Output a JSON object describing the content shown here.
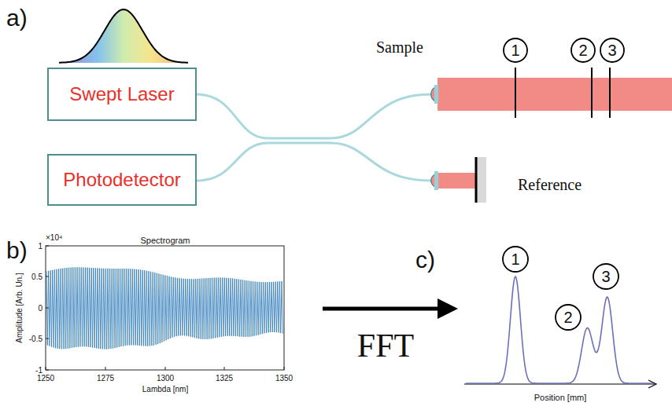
{
  "diagram": {
    "nodes": [
      {
        "text": [
          "Swept Laser"
        ]
      },
      {
        "text": [
          "Photodetector"
        ]
      }
    ],
    "labels": [
      "a)",
      "Sample",
      "1",
      "2",
      "3",
      "Reference",
      "b)",
      "×10⁴",
      "Spectrogram",
      "1",
      "0.5",
      "0",
      "-0.5",
      "-1",
      "Amplitude [Arb. Un.]",
      "1250",
      "1275",
      "1300",
      "1325",
      "1350",
      "Lambda [nm]",
      "FFT",
      "c)",
      "1",
      "2",
      "3",
      "Position [mm]"
    ]
  }
}
